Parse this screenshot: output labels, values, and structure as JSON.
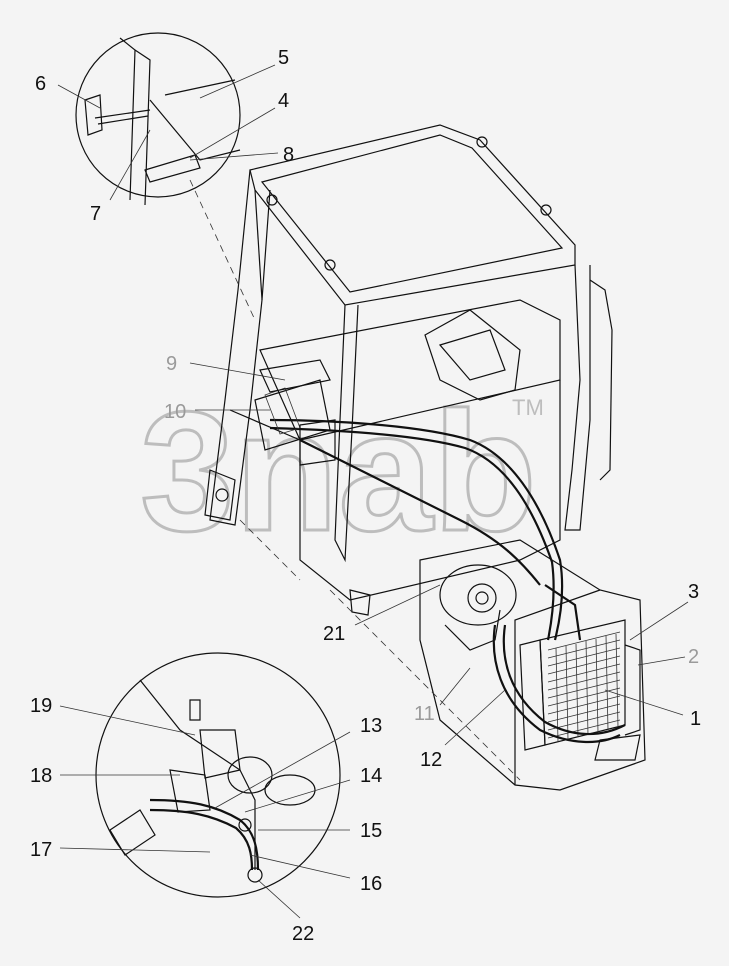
{
  "callouts": {
    "c1": "1",
    "c2": "2",
    "c3": "3",
    "c4": "4",
    "c5": "5",
    "c6": "6",
    "c7": "7",
    "c8": "8",
    "c9": "9",
    "c10": "10",
    "c11": "11",
    "c12": "12",
    "c13": "13",
    "c14": "14",
    "c15": "15",
    "c16": "16",
    "c17": "17",
    "c18": "18",
    "c19": "19",
    "c21": "21",
    "c22": "22"
  },
  "colors": {
    "ink": "#111111",
    "faint_callout": "#9a9a9a",
    "watermark": "#bdbdbd",
    "background": "#f4f4f4"
  },
  "watermark": {
    "text": "3nab",
    "mark": "TM"
  }
}
